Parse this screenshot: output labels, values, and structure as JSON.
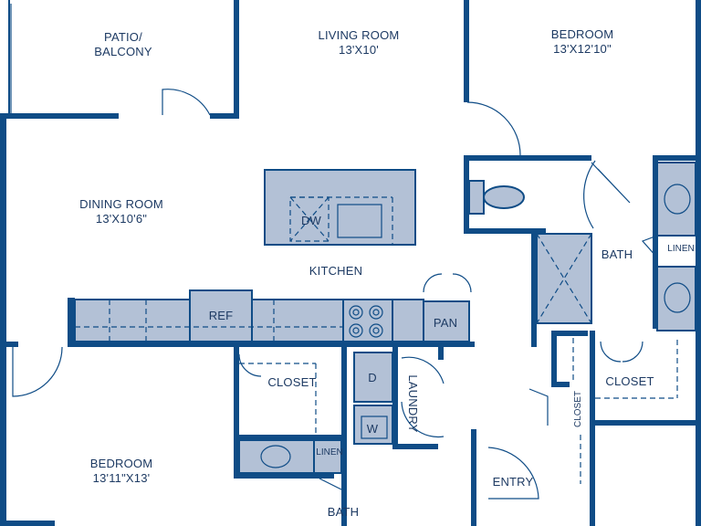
{
  "rooms": {
    "patio": {
      "line1": "PATIO/",
      "line2": "BALCONY"
    },
    "living": {
      "name": "LIVING ROOM",
      "size": "13'X10'"
    },
    "bedroom1": {
      "name": "BEDROOM",
      "size": "13'X12'10\""
    },
    "dining": {
      "name": "DINING ROOM",
      "size": "13'X10'6\""
    },
    "kitchen": {
      "name": "KITCHEN"
    },
    "bath1": {
      "name": "BATH"
    },
    "closet1": {
      "name": "CLOSET"
    },
    "closet2": {
      "name": "CLOSET"
    },
    "closet3": {
      "name": "CLOSET"
    },
    "laundry": {
      "name": "LAUNDRY"
    },
    "bedroom2": {
      "name": "BEDROOM",
      "size": "13'11\"X13'"
    },
    "bath2": {
      "name": "BATH"
    },
    "entry": {
      "name": "ENTRY"
    }
  },
  "fixtures": {
    "dw": "DW",
    "ref": "REF",
    "pan": "PAN",
    "linen1": "LINEN",
    "linen2": "LINEN",
    "dryer": "D",
    "washer": "W"
  },
  "colors": {
    "wall": "#0f4c86",
    "fixture": "#b3c1d6",
    "label": "#1d3a63"
  }
}
